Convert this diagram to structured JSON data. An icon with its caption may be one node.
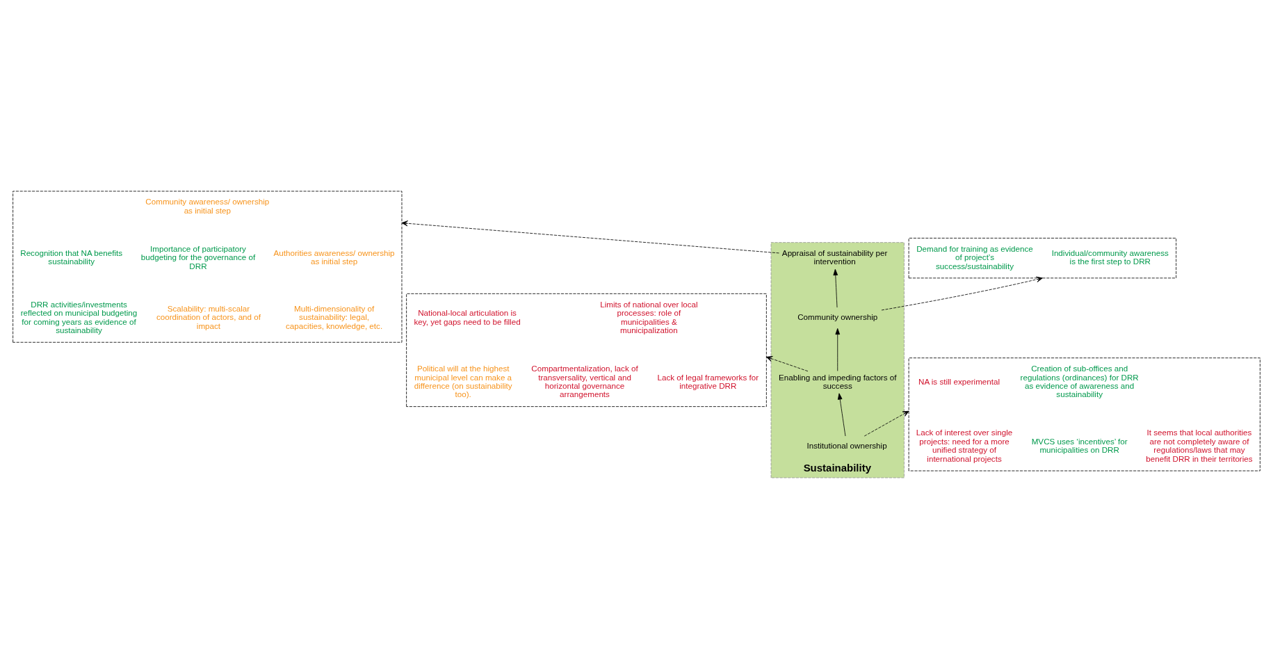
{
  "diagram": {
    "nodes": [
      {
        "text": [],
        "shape": "box"
      },
      {
        "text": [
          "Community awareness/ ownership as initial step"
        ],
        "in": 0
      },
      {
        "text": [
          "Authorities awareness/ ownership as initial step"
        ],
        "in": 0
      },
      {
        "text": [
          "Importance of participatory budgeting for the governance of DRR"
        ],
        "in": 0
      },
      {
        "text": [
          "Recognition that NA benefits sustainability"
        ],
        "in": 0
      },
      {
        "text": [
          "Multi-dimensionality of sustainability: legal, capacities, knowledge, etc."
        ],
        "in": 0
      },
      {
        "text": [
          "Scalability: multi-scalar coordination of actors, and of impact"
        ],
        "in": 0
      },
      {
        "text": [
          "DRR activities/investments reflected on municipal budgeting for coming years as evidence of sustainability"
        ],
        "in": 0
      },
      {
        "text": [],
        "shape": "box"
      },
      {
        "text": [
          "Individual/community awareness is the first step to DRR"
        ],
        "in": 8
      },
      {
        "text": [
          "Demand for training as evidence of project’s success/sustainability"
        ],
        "in": 8
      },
      {
        "text": [],
        "shape": "box"
      },
      {
        "text": [
          "Limits of national over local processes: role of municipalities & municipalization"
        ],
        "in": 11
      },
      {
        "text": [
          "National-local articulation is key, yet gaps need to be filled"
        ],
        "in": 11
      },
      {
        "text": [
          "Lack of legal frameworks for integrative DRR"
        ],
        "in": 11
      },
      {
        "text": [
          "Compartmentalization, lack of transversality, vertical and horizontal governance arrangements"
        ],
        "in": 11
      },
      {
        "text": [
          "Political will at the highest municipal level can make a difference (on sustainability too)."
        ],
        "in": 11
      },
      {
        "text": [
          "Sustainability"
        ]
      },
      {
        "text": [
          "Appraisal of sustainability per intervention"
        ],
        "in": 17
      },
      {
        "text": [
          "Community ownership"
        ],
        "in": 17
      },
      {
        "text": [
          "Enabling and impeding factors of success"
        ],
        "in": 17
      },
      {
        "text": [
          "Institutional ownership"
        ],
        "in": 17
      },
      {
        "text": [],
        "shape": "box"
      },
      {
        "text": [
          "NA is still experimental"
        ],
        "in": 22
      },
      {
        "text": [
          "Creation of sub-offices and regulations (ordinances) for DRR as evidence of awareness and sustainability"
        ],
        "in": 22
      },
      {
        "text": [
          "It seems that local authorities are not completely aware of regulations/laws that may benefit DRR in their territories"
        ],
        "in": 22
      },
      {
        "text": [
          "Lack of interest over single projects: need for a more unified strategy of international projects"
        ],
        "in": 22
      },
      {
        "text": [
          "MVCS uses ‘incentives’ for municipalities on DRR"
        ],
        "in": 22
      }
    ],
    "edges": [
      {
        "from": 21,
        "to": 20,
        "arrow": "to"
      },
      {
        "from": 20,
        "to": 19,
        "arrow": "to"
      },
      {
        "from": 19,
        "to": 18,
        "arrow": "to"
      },
      {
        "from": 18,
        "to": 0,
        "arrow": "to",
        "style": "dashed"
      },
      {
        "from": 19,
        "to": 8,
        "arrow": "to",
        "style": "dashed"
      },
      {
        "from": 20,
        "to": 11,
        "arrow": "to",
        "style": "dashed"
      },
      {
        "from": 21,
        "to": 22,
        "arrow": "to",
        "style": "dashed"
      }
    ]
  }
}
